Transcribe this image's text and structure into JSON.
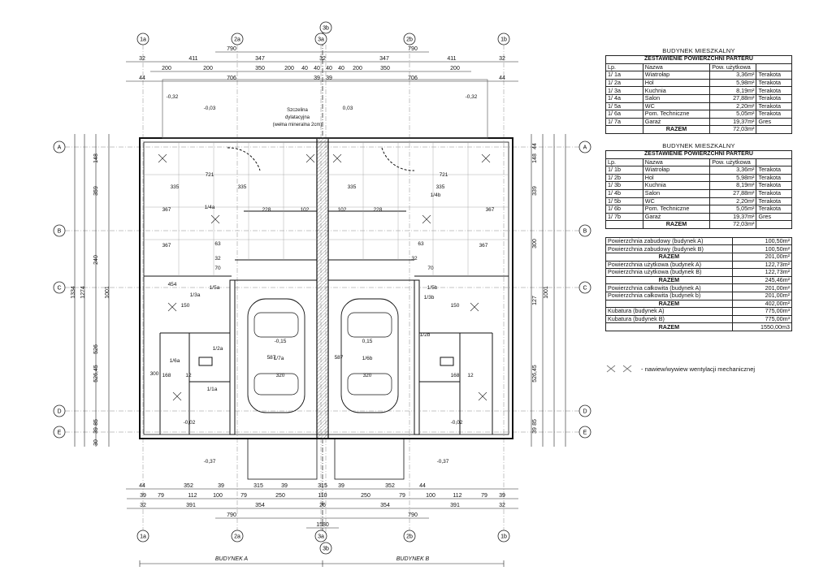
{
  "axes_top": [
    "1a",
    "2a",
    "3a",
    "3b",
    "2b",
    "1b"
  ],
  "axes_bottom": [
    "1a",
    "2a",
    "3a",
    "3b",
    "2b",
    "1b"
  ],
  "axes_rows": [
    "A",
    "B",
    "C",
    "D",
    "E"
  ],
  "top_dims": {
    "row1": [
      "790",
      "790"
    ],
    "row2": [
      "32",
      "411",
      "347",
      "32",
      "347",
      "411",
      "32"
    ],
    "row3": [
      "200",
      "200",
      "350",
      "200",
      "40",
      "40",
      "40",
      "40",
      "200",
      "350",
      "200"
    ],
    "row4": [
      "44",
      "706",
      "39",
      "39",
      "706",
      "44"
    ]
  },
  "bottom_dims": {
    "row1": [
      "44",
      "352",
      "39",
      "315",
      "39",
      "315",
      "39",
      "352",
      "44"
    ],
    "row2": [
      "39",
      "79",
      "112",
      "100",
      "79",
      "250",
      "110",
      "250",
      "79",
      "100",
      "112",
      "79",
      "39"
    ],
    "row3": [
      "32",
      "391",
      "354",
      "26",
      "354",
      "391",
      "32"
    ],
    "row4": [
      "790",
      "790"
    ],
    "row5": [
      "1580"
    ]
  },
  "left_dims": [
    "1334",
    "1274",
    "148",
    "359",
    "240",
    "1001",
    "526",
    "526,45",
    "85",
    "39",
    "30"
  ],
  "right_dims": [
    "44",
    "148",
    "339",
    "300",
    "1001",
    "127",
    "526,45",
    "85",
    "39"
  ],
  "plan_labels": {
    "joint_note": [
      "Szczelina",
      "dylatacyjna",
      "(wełna mineralna 2cm)"
    ],
    "levels": [
      "-0,32",
      "-0,03",
      "0,03",
      "-0,32",
      "-0,15",
      "0,15",
      "-0,02",
      "-0,02",
      "-0,37",
      "-0,37"
    ],
    "rooms": [
      "1/4a",
      "1/4b",
      "1/3a",
      "1/3b",
      "1/7a",
      "1/6b",
      "1/6a",
      "1/2a",
      "1/2b",
      "1/1a",
      "1/5a",
      "1/5b"
    ],
    "interior_dims": [
      "367",
      "335",
      "335",
      "335",
      "335",
      "367",
      "721",
      "721",
      "228",
      "102",
      "102",
      "228",
      "367",
      "367",
      "300",
      "454",
      "587",
      "587",
      "320",
      "320",
      "168",
      "168",
      "12",
      "12",
      "70",
      "70",
      "63",
      "63",
      "32",
      "32",
      "150",
      "150"
    ],
    "building_a": "BUDYNEK A",
    "building_b": "BUDYNEK B"
  },
  "table1": {
    "title": "BUDYNEK MIESZKALNY",
    "subtitle": "ZESTAWIENIE POWIERZCHNI PARTERU",
    "headers": [
      "Lp.",
      "Nazwa",
      "Pow. użytkowa",
      ""
    ],
    "rows": [
      [
        "1/ 1a",
        "Wiatrołap",
        "3,36m²",
        "Terakota"
      ],
      [
        "1/ 2a",
        "Hol",
        "5,98m²",
        "Terakota"
      ],
      [
        "1/ 3a",
        "Kuchnia",
        "8,19m²",
        "Terakota"
      ],
      [
        "1/ 4a",
        "Salon",
        "27,88m²",
        "Terakota"
      ],
      [
        "1/ 5a",
        "WC",
        "2,20m²",
        "Terakota"
      ],
      [
        "1/ 6a",
        "Pom. Techniczne",
        "5,05m²",
        "Terakota"
      ],
      [
        "1/ 7a",
        "Garaż",
        "19,37m²",
        "Gres"
      ]
    ],
    "total_label": "RAZEM",
    "total_value": "72,03m²"
  },
  "table2": {
    "title": "BUDYNEK MIESZKALNY",
    "subtitle": "ZESTAWIENIE POWIERZCHNI PARTERU",
    "headers": [
      "Lp.",
      "Nazwa",
      "Pow. użytkowa",
      ""
    ],
    "rows": [
      [
        "1/ 1b",
        "Wiatrołap",
        "3,36m²",
        "Terakota"
      ],
      [
        "1/ 2b",
        "Hol",
        "5,98m²",
        "Terakota"
      ],
      [
        "1/ 3b",
        "Kuchnia",
        "8,19m²",
        "Terakota"
      ],
      [
        "1/ 4b",
        "Salon",
        "27,88m²",
        "Terakota"
      ],
      [
        "1/ 5b",
        "WC",
        "2,20m²",
        "Terakota"
      ],
      [
        "1/ 6b",
        "Pom. Techniczne",
        "5,05m²",
        "Terakota"
      ],
      [
        "1/ 7b",
        "Garaż",
        "19,37m²",
        "Gres"
      ]
    ],
    "total_label": "RAZEM",
    "total_value": "72,03m²"
  },
  "table3": {
    "rows": [
      {
        "label": "Powierzchnia zabudowy (budynek A)",
        "value": "100,50m²"
      },
      {
        "label": "Powierzchnia zabudowy (budynek B)",
        "value": "100,50m²"
      },
      {
        "label": "RAZEM",
        "value": "201,00m²",
        "total": true
      },
      {
        "label": "Powierzchnia użytkowa (budynek A)",
        "value": "122,73m²"
      },
      {
        "label": "Powierzchnia użytkowa (budynek B)",
        "value": "122,73m²"
      },
      {
        "label": "RAZEM",
        "value": "245,46m²",
        "total": true
      },
      {
        "label": "Powierzchnia całkowita (budynek A)",
        "value": "201,00m²"
      },
      {
        "label": "Powierzchnia całkowita (budynek b)",
        "value": "201,00m²"
      },
      {
        "label": "RAZEM",
        "value": "402,00m²",
        "total": true
      },
      {
        "label": "Kubatura (budynek A)",
        "value": "775,00m³"
      },
      {
        "label": "Kubatura (budynek B)",
        "value": "775,00m³"
      },
      {
        "label": "RAZEM",
        "value": "1550,00m3",
        "total": true
      }
    ]
  },
  "legend": {
    "text": "- nawiew/wywiew wentylacji mechanicznej",
    "icon": "ventilation-x-icon"
  }
}
